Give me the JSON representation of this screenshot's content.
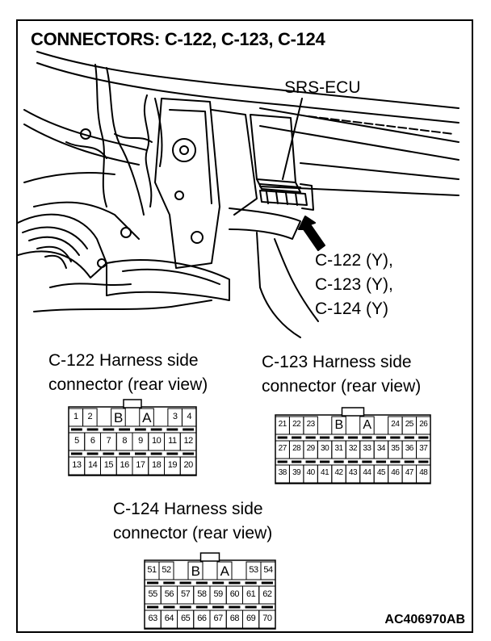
{
  "title": "CONNECTORS: C-122, C-123, C-124",
  "ecu_label": "SRS-ECU",
  "callout_lines": [
    "C-122 (Y),",
    "C-123 (Y),",
    "C-124 (Y)"
  ],
  "part_code": "AC406970AB",
  "connectors": [
    {
      "id": "c122",
      "heading": [
        "C-122 Harness side",
        "connector (rear view)"
      ],
      "rows": [
        [
          "1",
          "2",
          "",
          "B",
          "",
          "A",
          "",
          "3",
          "4"
        ],
        [
          "5",
          "6",
          "7",
          "8",
          "9",
          "10",
          "11",
          "12"
        ],
        [
          "13",
          "14",
          "15",
          "16",
          "17",
          "18",
          "19",
          "20"
        ]
      ]
    },
    {
      "id": "c123",
      "heading": [
        "C-123 Harness side",
        "connector (rear view)"
      ],
      "rows": [
        [
          "21",
          "22",
          "23",
          "",
          "B",
          "",
          "A",
          "",
          "24",
          "25",
          "26"
        ],
        [
          "27",
          "28",
          "29",
          "30",
          "31",
          "32",
          "33",
          "34",
          "35",
          "36",
          "37"
        ],
        [
          "38",
          "39",
          "40",
          "41",
          "42",
          "43",
          "44",
          "45",
          "46",
          "47",
          "48"
        ]
      ]
    },
    {
      "id": "c124",
      "heading": [
        "C-124 Harness side",
        "connector (rear view)"
      ],
      "rows": [
        [
          "51",
          "52",
          "",
          "B",
          "",
          "A",
          "",
          "53",
          "54"
        ],
        [
          "55",
          "56",
          "57",
          "58",
          "59",
          "60",
          "61",
          "62"
        ],
        [
          "63",
          "64",
          "65",
          "66",
          "67",
          "68",
          "69",
          "70"
        ]
      ]
    }
  ]
}
